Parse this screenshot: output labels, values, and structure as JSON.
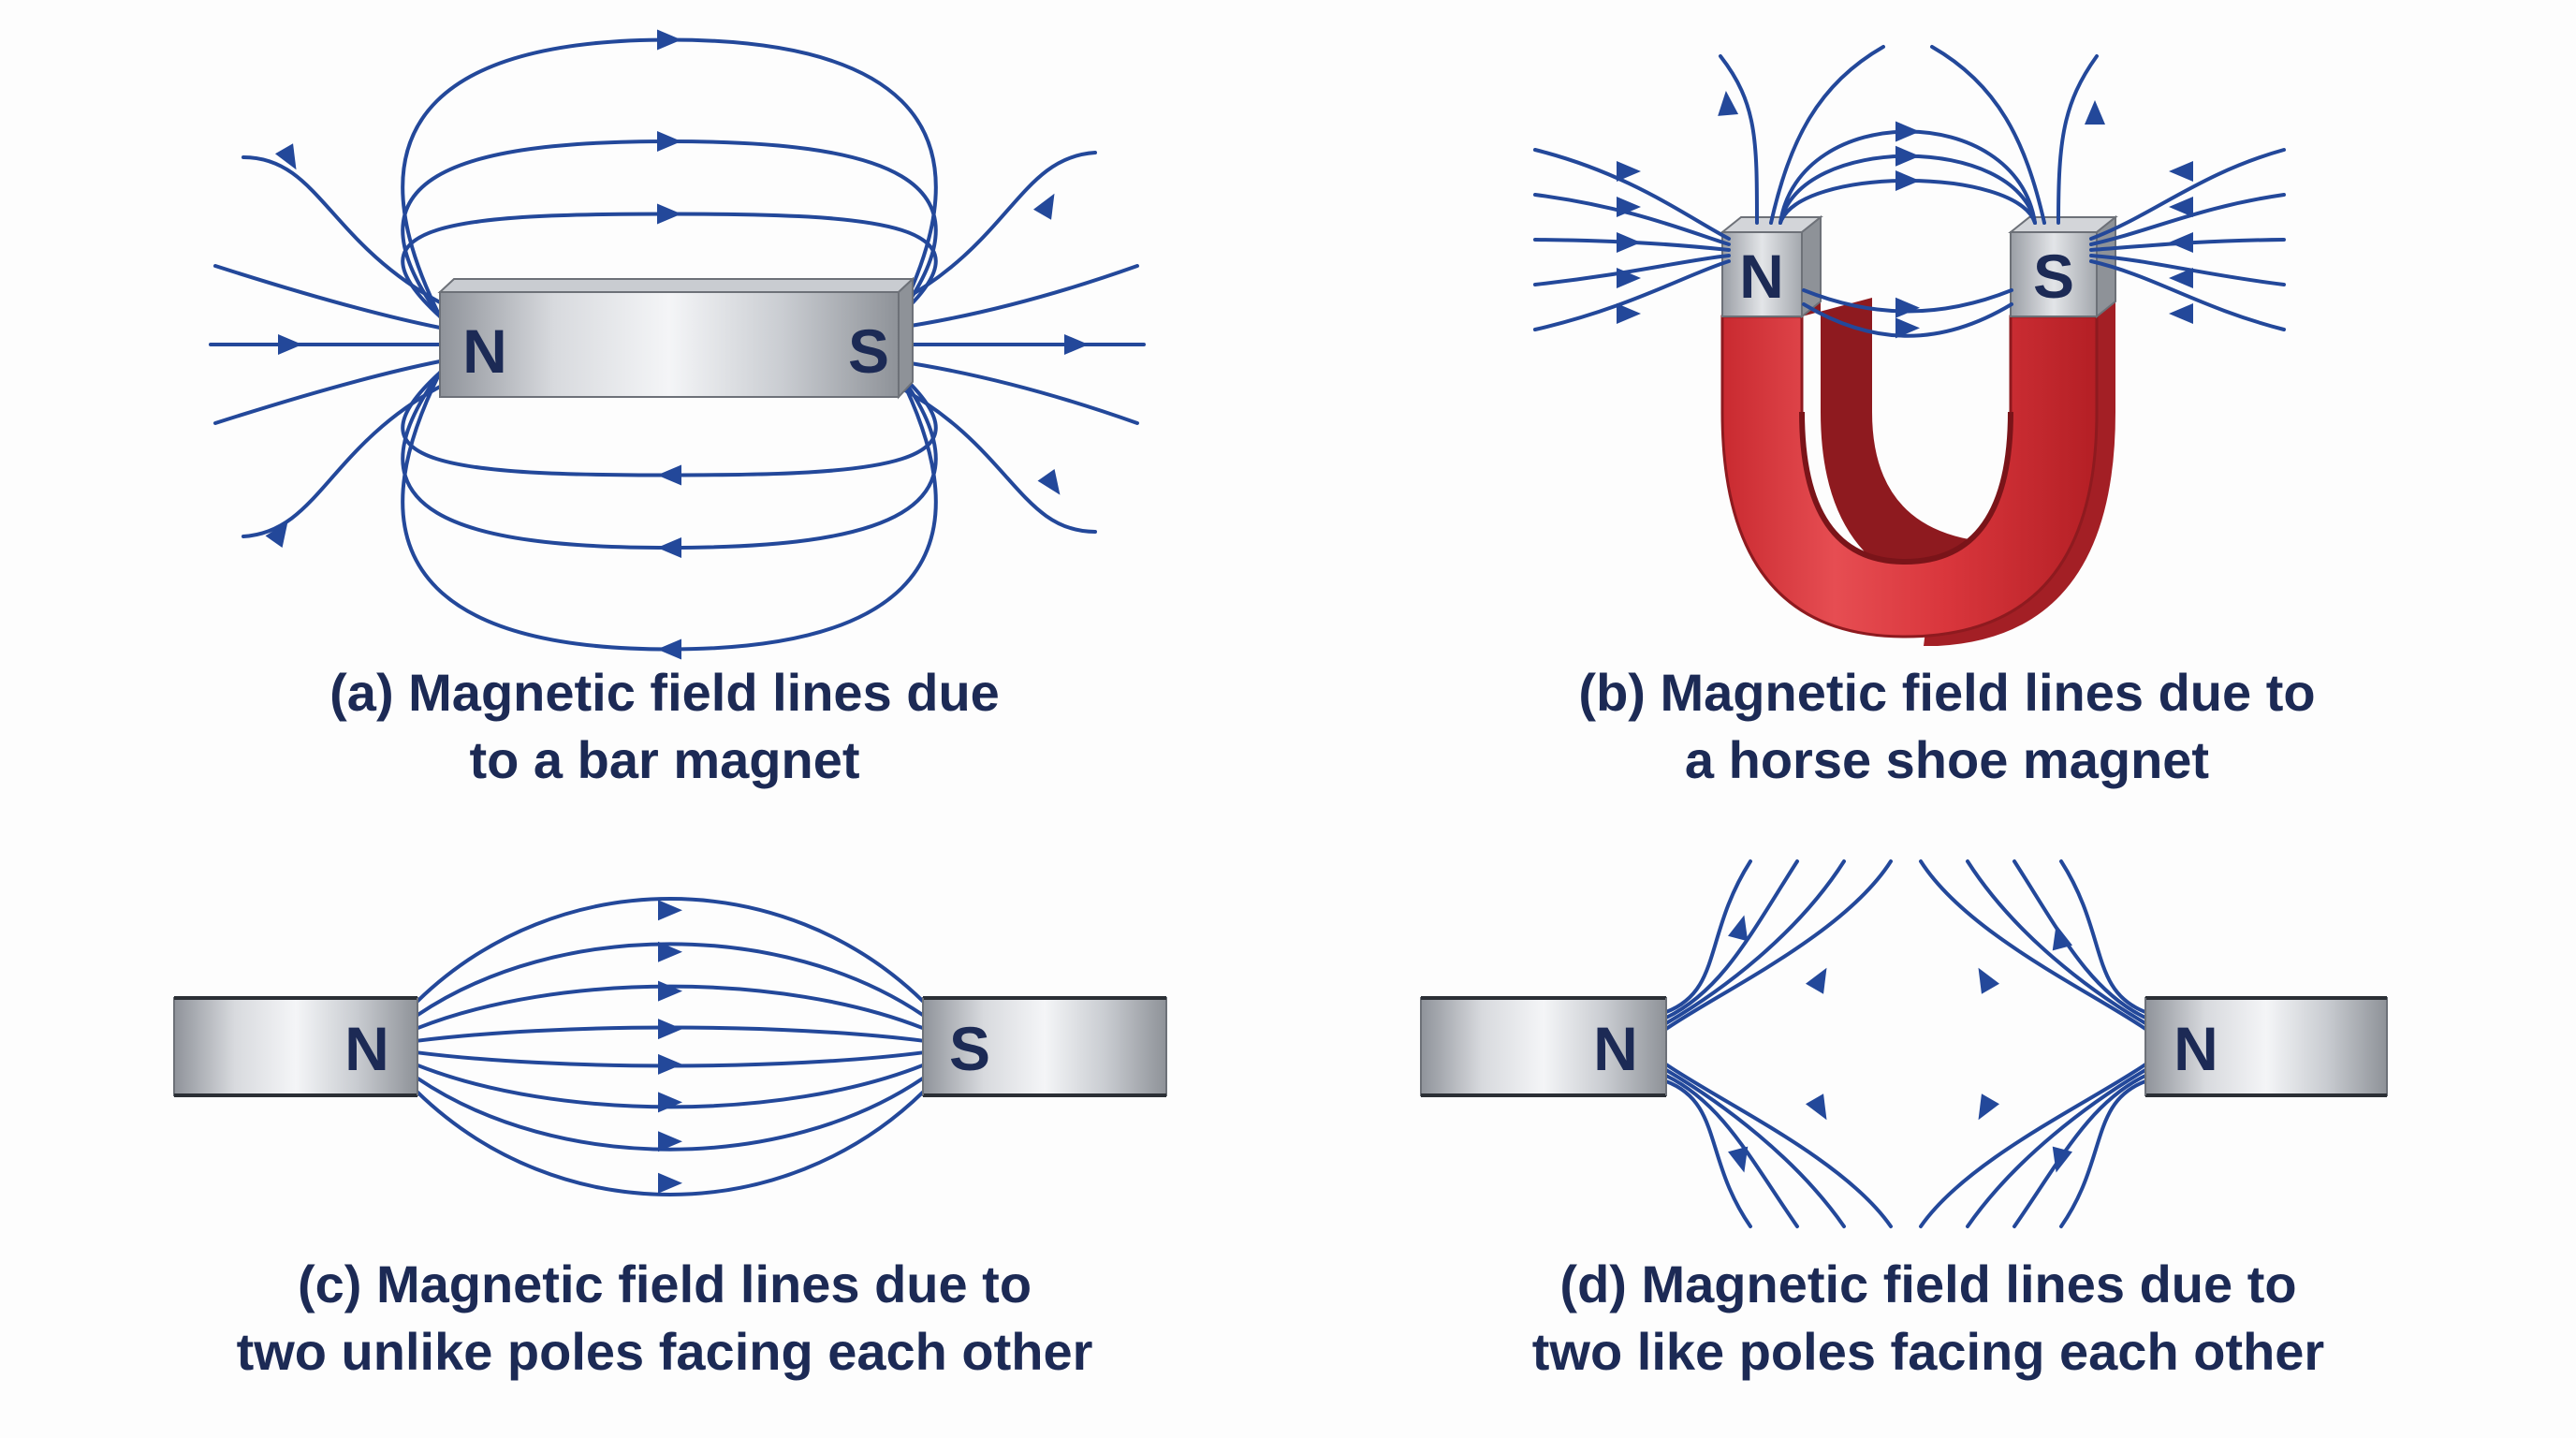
{
  "colors": {
    "field_line": "#23489a",
    "text": "#1c2a55",
    "horseshoe": "#d9363c",
    "steel": "#b9bcc2"
  },
  "panels": [
    {
      "id": "a",
      "caption": [
        "(a) Magnetic field lines due",
        "to a bar magnet"
      ],
      "poles": [
        "N",
        "S"
      ]
    },
    {
      "id": "b",
      "caption": [
        "(b) Magnetic field lines due to",
        "a horse shoe magnet"
      ],
      "poles": [
        "N",
        "S"
      ]
    },
    {
      "id": "c",
      "caption": [
        "(c) Magnetic field lines due to",
        "two unlike poles facing each other"
      ],
      "poles": [
        "N",
        "S"
      ]
    },
    {
      "id": "d",
      "caption": [
        "(d) Magnetic field lines due to",
        "two like poles facing each other"
      ],
      "poles": [
        "N",
        "N"
      ]
    }
  ]
}
